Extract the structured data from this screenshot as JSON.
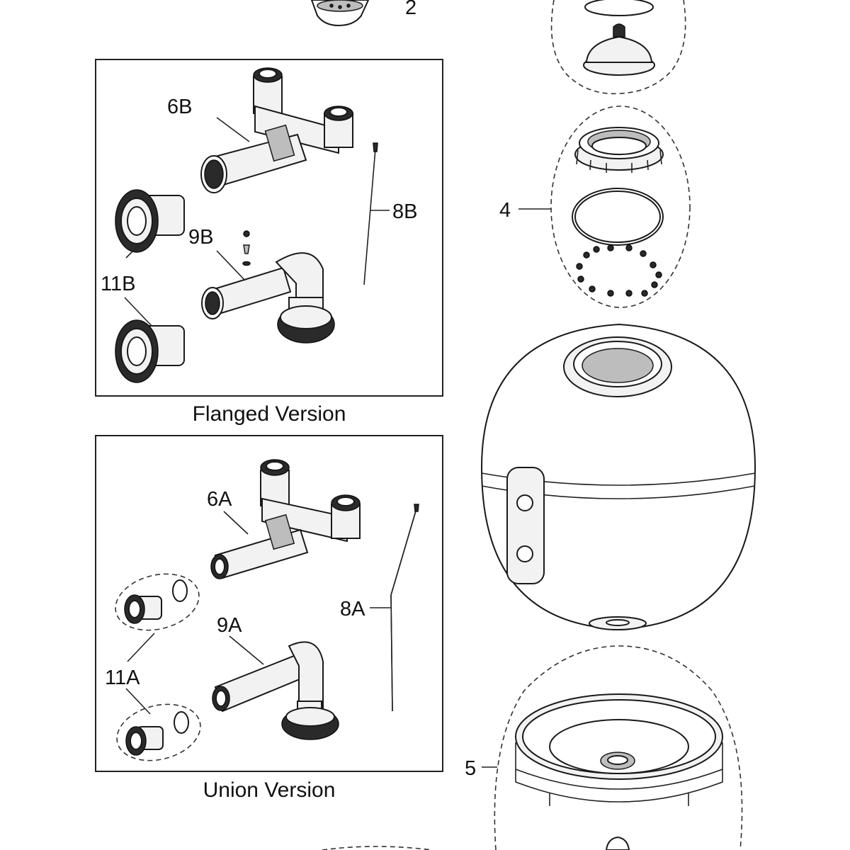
{
  "labels": {
    "l2": "2",
    "l4": "4",
    "l5": "5",
    "l6B": "6B",
    "l8B": "8B",
    "l9B": "9B",
    "l11B": "11B",
    "l6A": "6A",
    "l8A": "8A",
    "l9A": "9A",
    "l11A": "11A"
  },
  "captions": {
    "flanged": "Flanged Version",
    "union": "Union Version"
  }
}
